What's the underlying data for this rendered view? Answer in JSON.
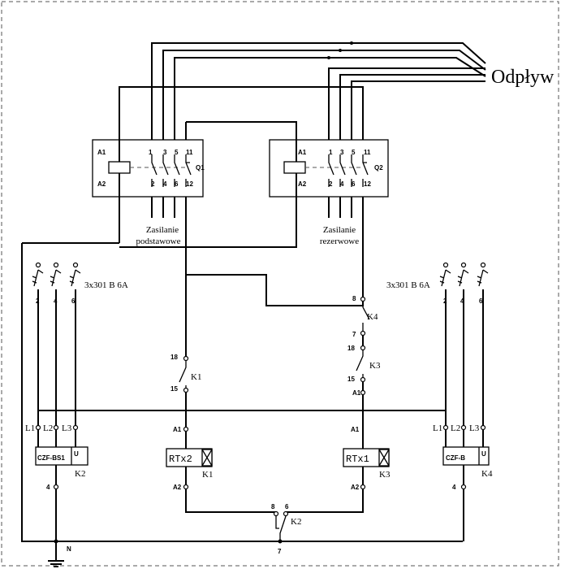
{
  "outflow": "Odpływ",
  "q1": {
    "name": "Q1",
    "pins_top": [
      "A1",
      "1",
      "3",
      "5",
      "11"
    ],
    "pins_bottom": [
      "A2",
      "2",
      "4",
      "6",
      "12"
    ],
    "supply": [
      "Zasilanie",
      "podstawowe"
    ]
  },
  "q2": {
    "name": "Q2",
    "pins_top": [
      "A1",
      "1",
      "3",
      "5",
      "11"
    ],
    "pins_bottom": [
      "A2",
      "2",
      "4",
      "6",
      "12"
    ],
    "supply": [
      "Zasilanie",
      "rezerwowe"
    ]
  },
  "left_breakers": {
    "label": "3x301 B 6A",
    "pins": [
      "2",
      "4",
      "6"
    ]
  },
  "right_breakers": {
    "label": "3x301 B 6A",
    "pins": [
      "2",
      "4",
      "6"
    ]
  },
  "k2_relay": {
    "model": "CZF-BS1",
    "inputs": [
      "L1",
      "L2",
      "L3"
    ],
    "name": "K2",
    "out_pin": "4",
    "u": "U"
  },
  "k4_relay": {
    "model": "CZF-B",
    "inputs": [
      "L1",
      "L2",
      "L3"
    ],
    "name": "K4",
    "out_pin": "4",
    "u": "U"
  },
  "k1_contact": {
    "name": "K1",
    "top": "18",
    "bottom": "15"
  },
  "k4_contact": {
    "name": "K4",
    "top": "8",
    "bottom": "7"
  },
  "k3_contact": {
    "name": "K3",
    "top": "18",
    "bottom": "15"
  },
  "rtx2": {
    "model": "RTx2",
    "name": "K1",
    "a1": "A1",
    "a2": "A2"
  },
  "rtx1": {
    "model": "RTx1",
    "name": "K3",
    "a1": "A1",
    "a2": "A2"
  },
  "k2_contact": {
    "name": "K2",
    "left": "8",
    "right": "6",
    "common": "7"
  },
  "neutral": "N"
}
